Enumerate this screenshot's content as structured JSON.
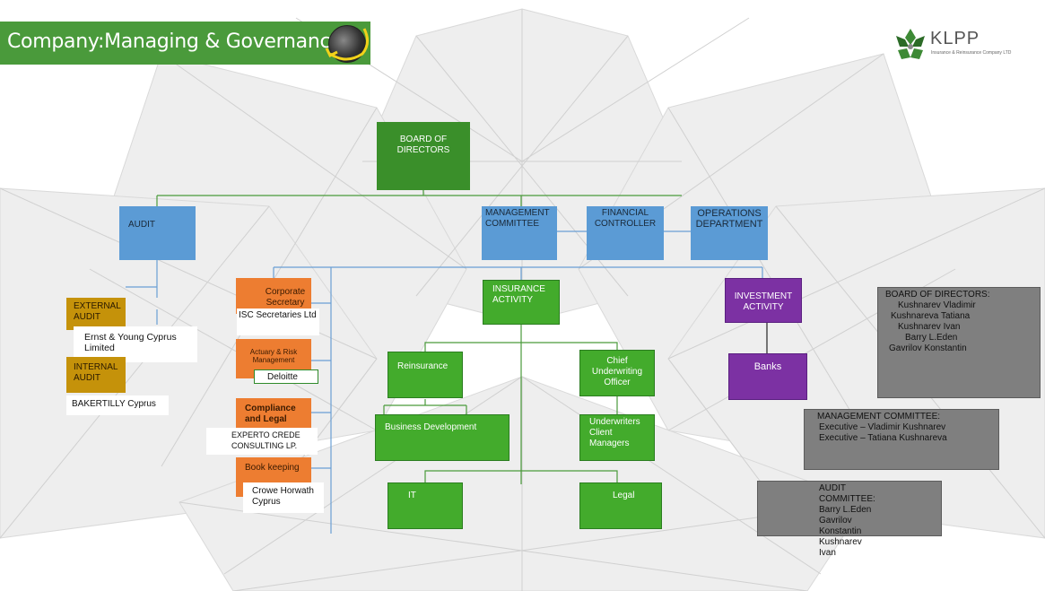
{
  "header": {
    "title": "Company:Managing & Governance",
    "logo_name": "KLPP",
    "logo_subtitle": "Insurance & Reinsurance Company LTD",
    "globe_icon": "globe-arrow-icon",
    "logo_icon": "leaf-emblem-icon"
  },
  "colors": {
    "title_green": "#4a9a3b",
    "board_green": "#3a8f2a",
    "node_green": "#43ab2c",
    "node_blue": "#5b9bd5",
    "node_orange": "#ed7d31",
    "node_gold": "#c5920a",
    "node_purple": "#7c31a3",
    "panel_grey": "#7f7f7f"
  },
  "org": {
    "board": "BOARD OF DIRECTORS",
    "audit": "AUDIT",
    "management": "MANAGEMENT COMMITTEE",
    "financial": "FINANCIAL CONTROLLER",
    "operations": "OPERATIONS DEPARTMENT",
    "external_audit": "EXTERNAL AUDIT",
    "external_audit_firm": "Ernst & Young Cyprus Limited",
    "internal_audit": "INTERNAL AUDIT",
    "internal_audit_firm": "BAKERTILLY  Cyprus",
    "corporate_secretary": "Corporate Secretary",
    "secretary_firm": "ISC Secretaries Ltd",
    "actuary": "Actuary & Risk Management",
    "actuary_firm": "Deloitte",
    "compliance": "Compliance and Legal",
    "compliance_firm": "EXPERTO CREDE CONSULTING LP.",
    "bookkeeping": "Book keeping",
    "bookkeeping_firm": "Crowe Horwath Cyprus",
    "insurance_activity": "INSURANCE ACTIVITY",
    "reinsurance": "Reinsurance",
    "business_development": "Business Development",
    "cuo": "Chief Underwriting Officer",
    "underwriters": "Underwriters Client Managers",
    "it": "IT",
    "legal": "Legal",
    "investment_activity": "INVESTMENT ACTIVITY",
    "banks": "Banks"
  },
  "panels": {
    "board": {
      "heading": "BOARD OF DIRECTORS:",
      "members": [
        "Kushnarev Vladimir",
        "Kushnareva Tatiana",
        "Kushnarev Ivan",
        "Barry L.Eden",
        "Gavrilov Konstantin"
      ]
    },
    "management": {
      "heading": "MANAGEMENT COMMITTEE:",
      "members": [
        "Executive – Vladimir Kushnarev",
        "Executive – Tatiana Kushnareva"
      ]
    },
    "audit": {
      "heading": "AUDIT COMMITTEE:",
      "members": [
        "Barry L.Eden",
        "Gavrilov Konstantin",
        "Kushnarev Ivan"
      ]
    }
  }
}
